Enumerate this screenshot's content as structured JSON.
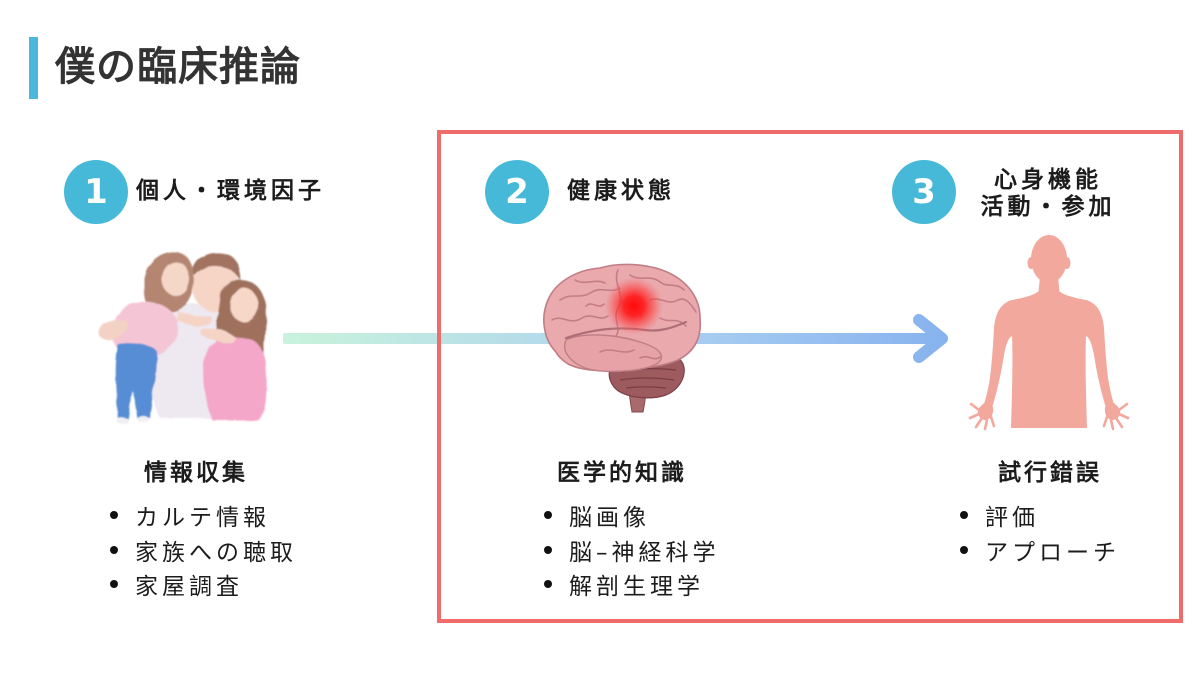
{
  "slide": {
    "title": "僕の臨床推論"
  },
  "colors": {
    "accent": "#4ab9d9",
    "title_text": "#333333",
    "text": "#1c1c1c",
    "frame": "#f06c6c",
    "step_circle": "#46b8d8",
    "arrow_start": "#c9f3dc",
    "arrow_mid": "#a8cdf2",
    "arrow_end": "#86b2ee",
    "body_silhouette": "#f3a89d",
    "lesion": "#ff1414"
  },
  "steps": [
    {
      "number": "1",
      "label_lines": [
        "個人・環境因子"
      ],
      "illustration": "family-illustration",
      "heading": "情報収集",
      "bullets": [
        "カルテ情報",
        "家族への聴取",
        "家屋調査"
      ]
    },
    {
      "number": "2",
      "label_lines": [
        "健康状態"
      ],
      "illustration": "brain-illustration",
      "heading": "医学的知識",
      "bullets": [
        "脳画像",
        "脳–神経科学",
        "解剖生理学"
      ]
    },
    {
      "number": "3",
      "label_lines": [
        "心身機能",
        "活動・参加"
      ],
      "illustration": "human-body-illustration",
      "heading": "試行錯誤",
      "bullets": [
        "評価",
        "アプローチ"
      ]
    }
  ]
}
